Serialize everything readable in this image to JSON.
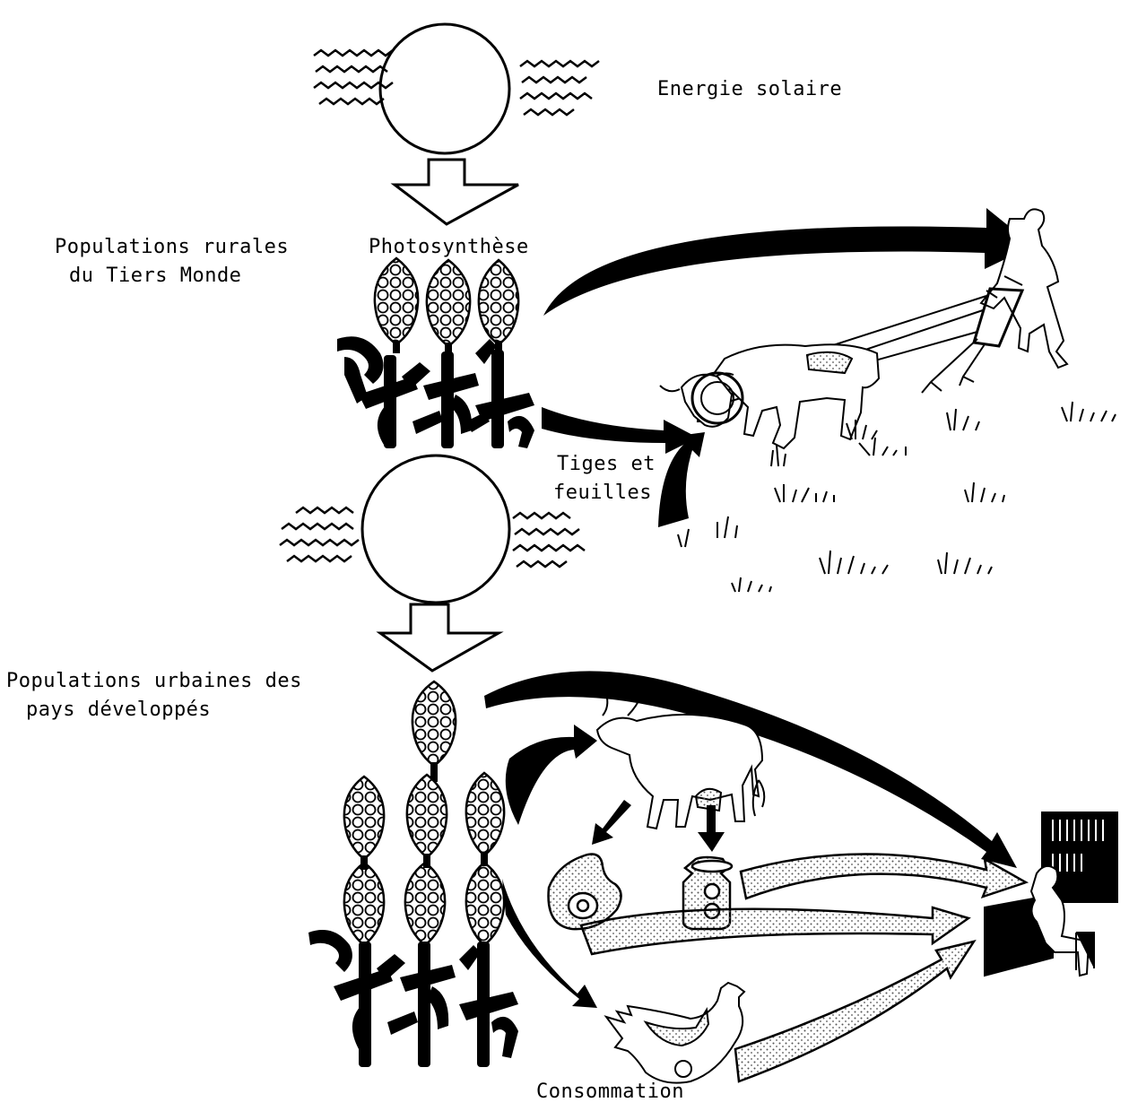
{
  "labels": {
    "solar_energy": "Energie solaire",
    "rural_line1": "Populations rurales",
    "rural_line2": "du Tiers Monde",
    "photosynthesis": "Photosynthèse",
    "stems_line1": "Tiges et",
    "stems_line2": "feuilles",
    "urban_line1": "Populations urbaines des",
    "urban_line2": "pays développés",
    "consumption": "Consommation"
  },
  "colors": {
    "ink": "#000000",
    "paper": "#ffffff",
    "stipple": "#666666"
  }
}
